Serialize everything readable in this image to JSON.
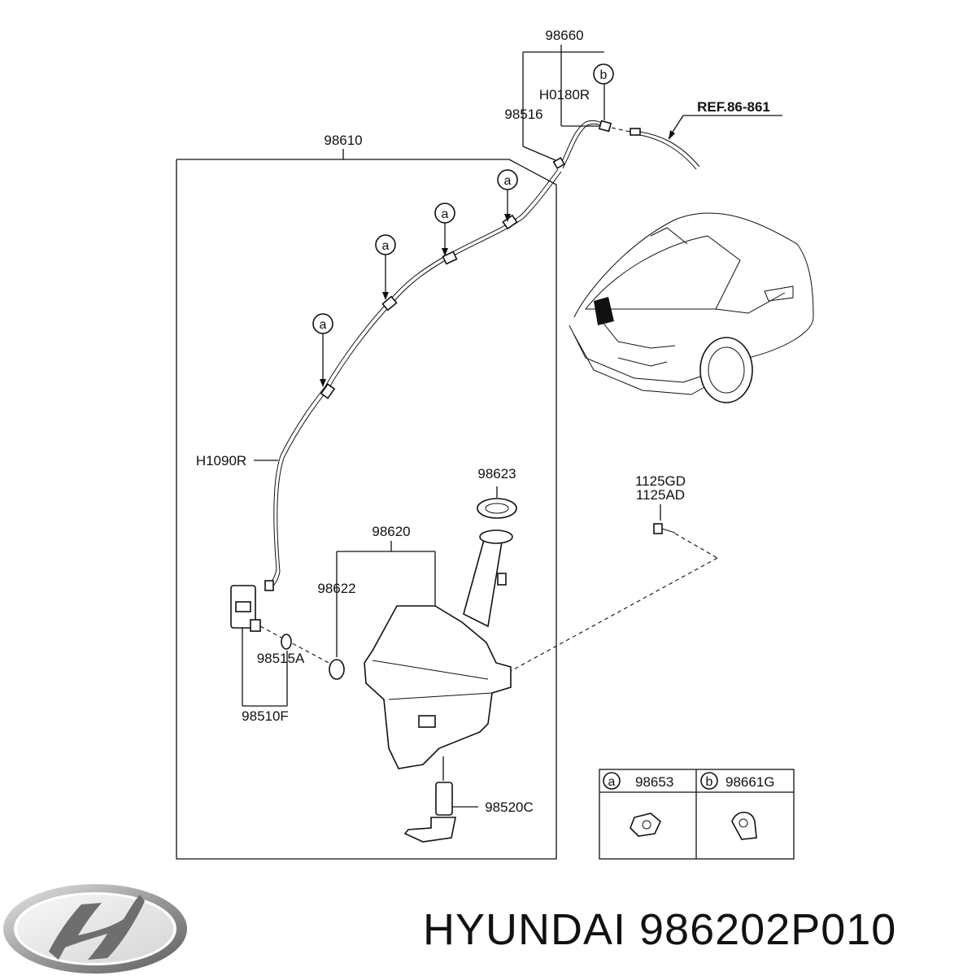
{
  "labels": {
    "p98660": "98660",
    "h0180r": "H0180R",
    "p98516": "98516",
    "ref": "REF.86-861",
    "p98610": "98610",
    "h1090r": "H1090R",
    "p98623": "98623",
    "p1125gd": "1125GD",
    "p1125ad": "1125AD",
    "p98620": "98620",
    "p98622": "98622",
    "p98515a": "98515A",
    "p98510f": "98510F",
    "p98520c": "98520C"
  },
  "callout_marks": {
    "a": "a",
    "b": "b"
  },
  "legend": {
    "a_part": "98653",
    "b_part": "98661G"
  },
  "brand": {
    "title": "HYUNDAI 986202P010",
    "logo_icon": "hyundai-logo-icon"
  }
}
